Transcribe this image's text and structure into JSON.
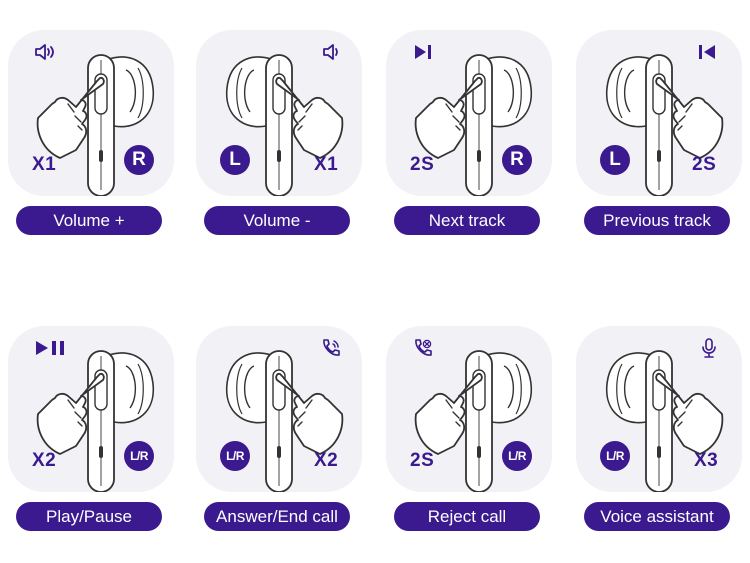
{
  "colors": {
    "accent": "#3a1a8e",
    "card_bg": "#f1f1f6",
    "line": "#333333"
  },
  "controls": [
    {
      "label": "Volume +",
      "count": "X1",
      "side": "R",
      "icon": "volume-up-icon",
      "ear": "right"
    },
    {
      "label": "Volume -",
      "count": "X1",
      "side": "L",
      "icon": "volume-down-icon",
      "ear": "left"
    },
    {
      "label": "Next track",
      "count": "2S",
      "side": "R",
      "icon": "next-track-icon",
      "ear": "right"
    },
    {
      "label": "Previous track",
      "count": "2S",
      "side": "L",
      "icon": "previous-track-icon",
      "ear": "left"
    },
    {
      "label": "Play/Pause",
      "count": "X2",
      "side": "L/R",
      "icon": "play-pause-icon",
      "ear": "right"
    },
    {
      "label": "Answer/End call",
      "count": "X2",
      "side": "L/R",
      "icon": "phone-ringing-icon",
      "ear": "left"
    },
    {
      "label": "Reject call",
      "count": "2S",
      "side": "L/R",
      "icon": "phone-reject-icon",
      "ear": "right"
    },
    {
      "label": "Voice assistant",
      "count": "X3",
      "side": "L/R",
      "icon": "microphone-icon",
      "ear": "left"
    }
  ]
}
